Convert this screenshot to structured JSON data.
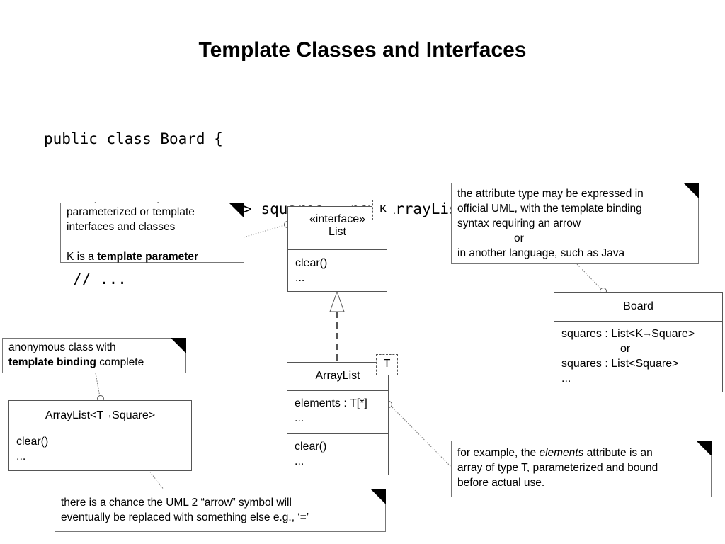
{
  "title": "Template Classes and Interfaces",
  "code": {
    "line1": "public class Board {",
    "line2": "private List<Square> squares = new ArrayList<Square>();",
    "line3": "// ...",
    "line4": "}"
  },
  "notes": {
    "template_params": {
      "line1": "parameterized or template",
      "line2": "interfaces and classes",
      "line3_prefix": "K is a ",
      "line3_bold": "template parameter"
    },
    "attribute_type": {
      "line1": "the attribute type may be expressed in",
      "line2": "official UML, with the template binding",
      "line3": "syntax requiring an arrow",
      "line4": "or",
      "line5": "in another language, such as Java"
    },
    "anonymous": {
      "line1": "anonymous class with",
      "line2_bold": "template binding",
      "line2_rest": " complete"
    },
    "example": {
      "prefix": "for example, the ",
      "italic": "elements",
      "rest1": " attribute is an",
      "line2": "array of type T, parameterized and bound",
      "line3": "before actual use."
    },
    "arrow_symbol": {
      "line1": "there is a chance the UML 2 “arrow” symbol will",
      "line2": "eventually be replaced with something else e.g., ‘=’"
    }
  },
  "classes": {
    "list": {
      "stereotype": "«interface»",
      "name": "List",
      "param": "K",
      "ops": [
        "clear()",
        "..."
      ]
    },
    "arraylist": {
      "name": "ArrayList",
      "param": "T",
      "attrs": [
        "elements : T[*]",
        "..."
      ],
      "ops": [
        "clear()",
        "..."
      ]
    },
    "bound": {
      "name_prefix": "ArrayList<T",
      "name_suffix": "Square>",
      "ops": [
        "clear()",
        "..."
      ]
    },
    "board": {
      "name": "Board",
      "attr1_prefix": "squares : List<K",
      "attr1_suffix": "Square>",
      "attr_or": "or",
      "attr2": "squares : List<Square>",
      "attr3": "..."
    }
  },
  "arrow_glyph": "→"
}
